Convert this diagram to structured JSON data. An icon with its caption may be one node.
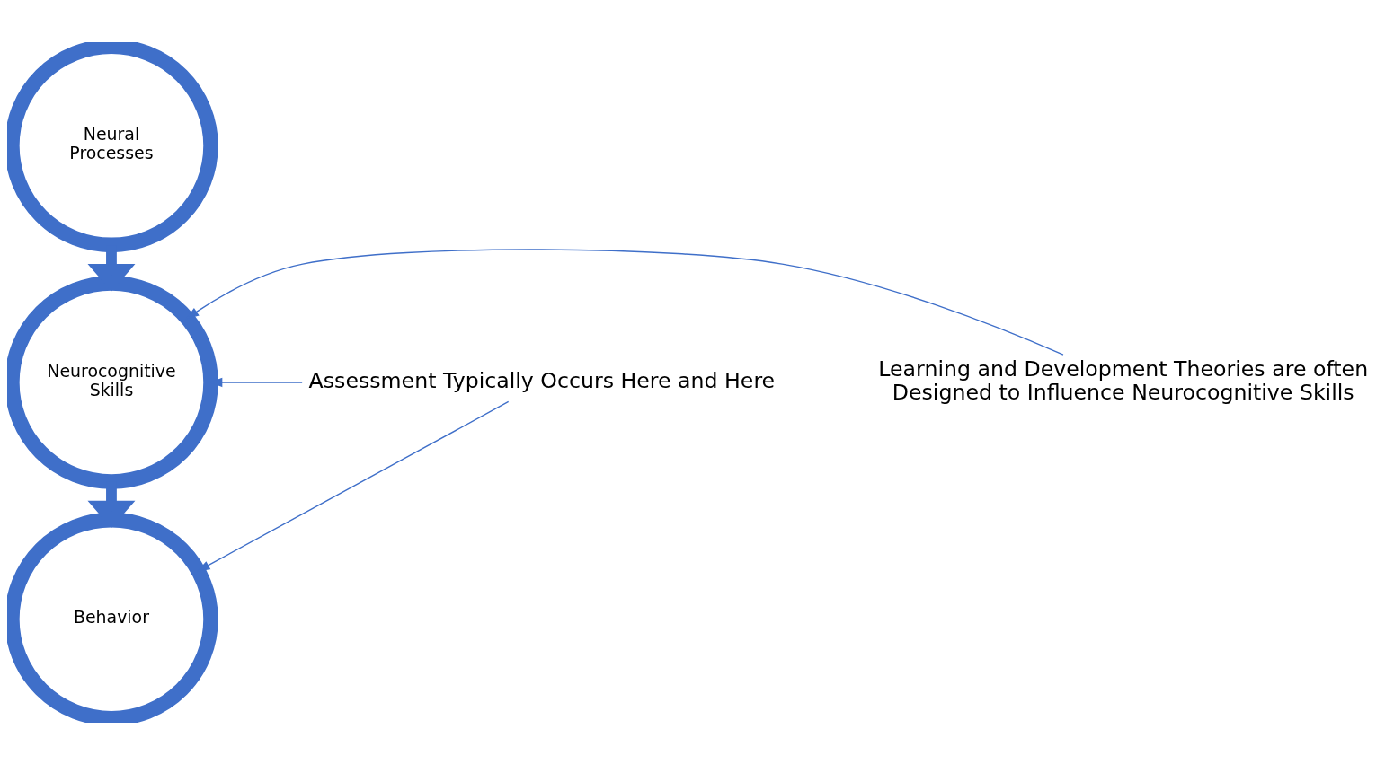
{
  "diagram": {
    "nodes": [
      {
        "text": [
          "Neural Processes"
        ]
      },
      {
        "text": [
          "Neurocognitive Skills"
        ]
      },
      {
        "text": [
          "Behavior"
        ]
      },
      {
        "text": [
          "Learning and Development Theories are often Designed to Influence Neurocognitive Skills"
        ]
      },
      {
        "text": [
          "Assessment Typically Occurs Here and Here"
        ]
      }
    ],
    "edges": [
      {
        "from": 0,
        "to": 1,
        "arrow": "to",
        "style": "thick"
      },
      {
        "from": 1,
        "to": 2,
        "arrow": "to",
        "style": "thick"
      },
      {
        "from": 3,
        "to": 1,
        "arrow": "to"
      },
      {
        "from": 4,
        "to": 1,
        "arrow": "to"
      },
      {
        "from": 4,
        "to": 2,
        "arrow": "to"
      }
    ]
  }
}
